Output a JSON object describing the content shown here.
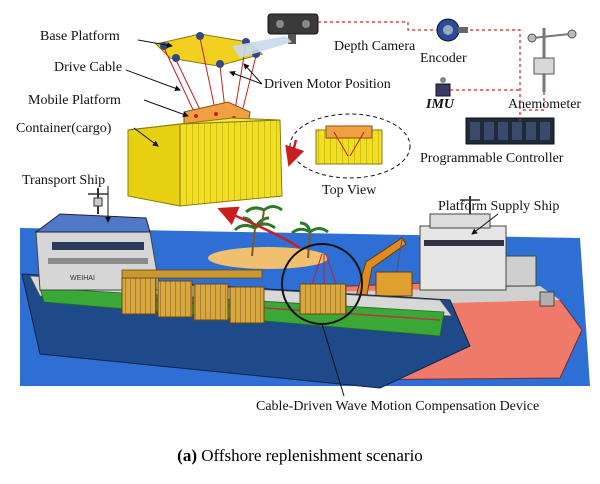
{
  "labels": {
    "base_platform": "Base Platform",
    "drive_cable": "Drive Cable",
    "mobile_platform": "Mobile Platform",
    "container": "Container(cargo)",
    "depth_camera": "Depth Camera",
    "driven_motor_position": "Driven Motor Position",
    "encoder": "Encoder",
    "imu": "IMU",
    "anemometer": "Anemometer",
    "programmable_controller": "Programmable Controller",
    "top_view": "Top View",
    "transport_ship": "Transport Ship",
    "platform_supply_ship": "Platform Supply Ship",
    "device": "Cable-Driven Wave Motion Compensation Device",
    "ship_name": "WEIHAI"
  },
  "caption": {
    "tag": "(a)",
    "text": " Offshore replenishment scenario"
  },
  "colors": {
    "sea": "#2e6fd6",
    "island": "#f0c070",
    "container_yellow": "#f2e020",
    "platform_orange": "#f0a040",
    "hull_dark": "#1f4a8a",
    "deck_green": "#3aa836",
    "supply_hull": "#f07a6a",
    "cable_red": "#c81e1e",
    "sensor_link": "#d22020"
  }
}
